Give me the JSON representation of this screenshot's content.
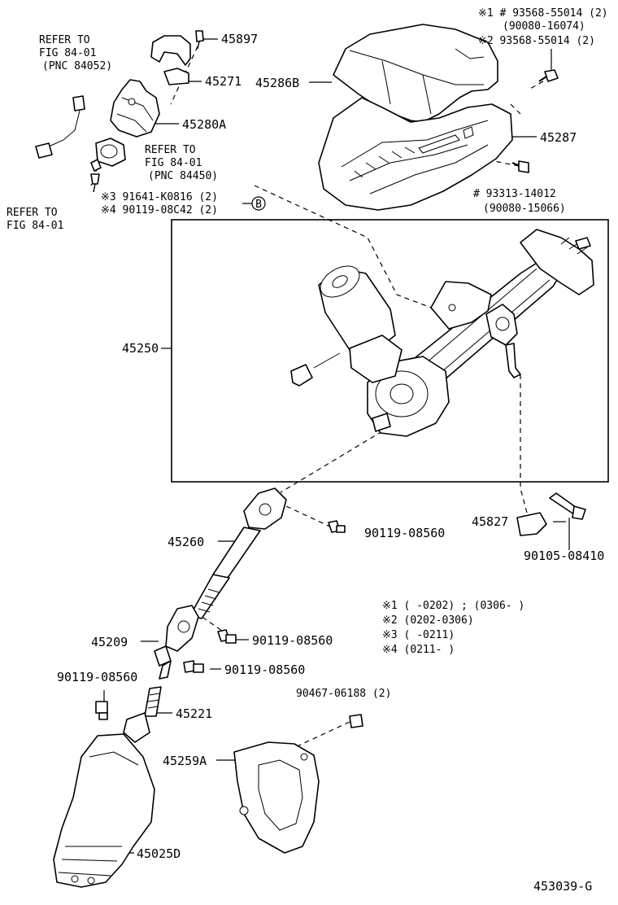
{
  "labels": {
    "p45897": "45897",
    "p45271": "45271",
    "p45286b": "45286B",
    "p45280a": "45280A",
    "p45287": "45287",
    "p45250": "45250",
    "p45827": "45827",
    "p45260": "45260",
    "p45209": "45209",
    "p45221": "45221",
    "p45259a": "45259A",
    "p45025d": "45025D",
    "p90105": "90105-08410",
    "p90119_a": "90119-08560",
    "p90119_b": "90119-08560",
    "p90119_c": "90119-08560",
    "p90119_d": "90119-08560",
    "p90467": "90467-06188 (2)"
  },
  "references": {
    "ref1": [
      "REFER TO",
      "FIG 84-01",
      "(PNC 84052)"
    ],
    "ref2": [
      "REFER TO",
      "FIG 84-01",
      "(PNC 84450)"
    ],
    "ref3": [
      "REFER TO",
      "FIG 84-01"
    ]
  },
  "notes": {
    "top_right": [
      "※1 # 93568-55014 (2)",
      "(90080-16074)",
      "※2  93568-55014 (2)"
    ],
    "screw": [
      "# 93313-14012",
      "(90080-15066)"
    ],
    "screw_b": [
      "※3 91641-K0816 (2)",
      "※4 90119-08C42 (2)"
    ],
    "circle_b": "B",
    "legend": [
      "※1 (      -0202) ; (0306-      )",
      "※2 (0202-0306)",
      "※3 (      -0211)",
      "※4 (0211-      )"
    ]
  },
  "figure_id": "453039-G"
}
